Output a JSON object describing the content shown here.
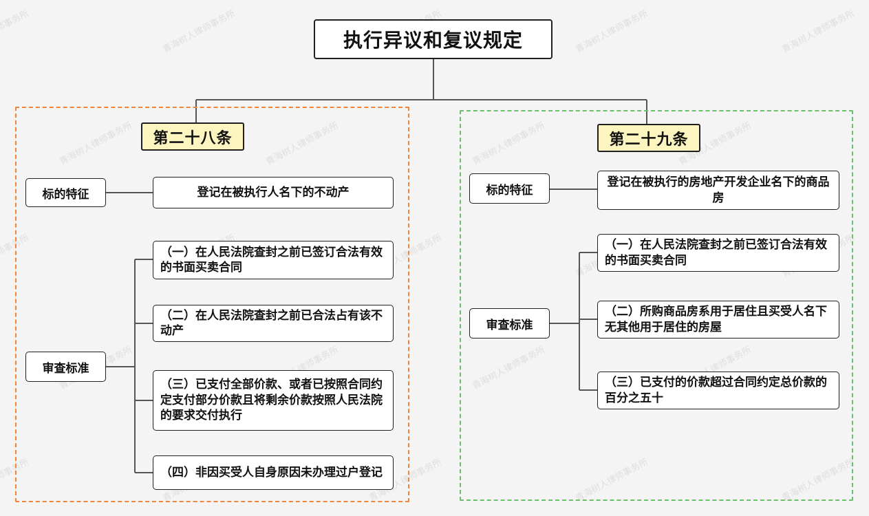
{
  "title": "执行异议和复议规定",
  "watermark": "青海树人律师事务所",
  "colors": {
    "background": "#f4f4f5",
    "left_border": "#f08438",
    "right_border": "#6abf69",
    "header_fill": "#fdf5bf"
  },
  "left": {
    "header": "第二十八条",
    "feature_label": "标的特征",
    "feature_value": "登记在被执行人名下的不动产",
    "standard_label": "审查标准",
    "standards": [
      "（一）在人民法院查封之前已签订合法有效的书面买卖合同",
      "（二）在人民法院查封之前已合法占有该不动产",
      "（三）已支付全部价款、或者已按照合同约定支付部分价款且将剩余价款按照人民法院的要求交付执行",
      "（四）非因买受人自身原因未办理过户登记"
    ]
  },
  "right": {
    "header": "第二十九条",
    "feature_label": "标的特征",
    "feature_value": "登记在被执行的房地产开发企业名下的商品房",
    "standard_label": "审查标准",
    "standards": [
      "（一）在人民法院查封之前已签订合法有效的书面买卖合同",
      "（二）所购商品房系用于居住且买受人名下无其他用于居住的房屋",
      "（三）已支付的价款超过合同约定总价款的百分之五十"
    ]
  }
}
